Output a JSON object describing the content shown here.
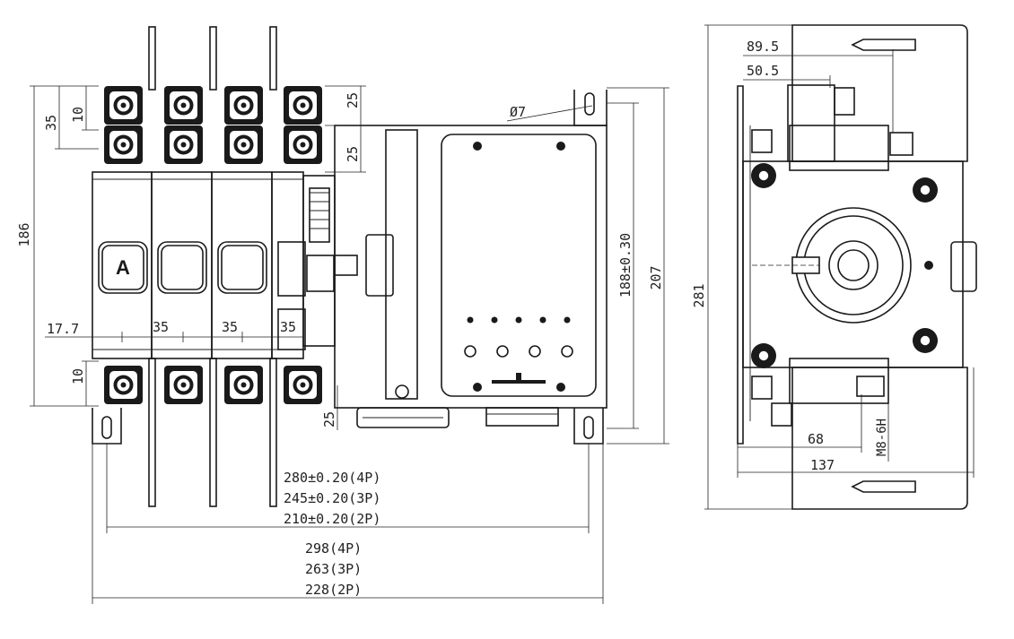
{
  "drawing": {
    "dims": {
      "left_height": "186",
      "terminal_pitch_top": "35",
      "terminal_gap_top": "10",
      "terminal_gap_bottom": "10",
      "right_top_25a": "25",
      "right_top_25b": "25",
      "bottom_25": "25",
      "pole_offset": "17.7",
      "pole_pitch_1": "35",
      "pole_pitch_2": "35",
      "pole_pitch_3": "35",
      "hole_dia": "Ø7",
      "mount_height": "188±0.30",
      "total_height": "207",
      "mount_width_4p": "280±0.20(4P)",
      "mount_width_3p": "245±0.20(3P)",
      "mount_width_2p": "210±0.20(2P)",
      "total_width_4p": "298(4P)",
      "total_width_3p": "263(3P)",
      "total_width_2p": "228(2P)",
      "side_89_5": "89.5",
      "side_50_5": "50.5",
      "side_281": "281",
      "side_68": "68",
      "side_137": "137",
      "side_thread": "M8-6H"
    },
    "labels": {
      "pole_a": "A"
    }
  }
}
